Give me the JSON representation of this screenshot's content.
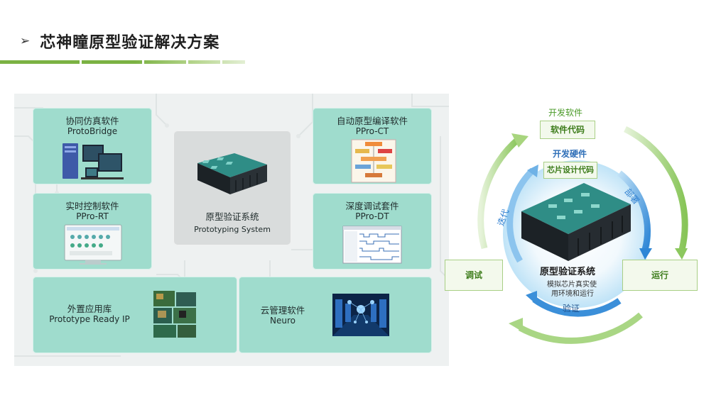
{
  "title": "芯神瞳原型验证解决方案",
  "title_arrow": "➢",
  "panel": {
    "cards": {
      "protobridge": {
        "cn": "协同仿真软件",
        "en": "ProtoBridge"
      },
      "pprort": {
        "cn": "实时控制软件",
        "en": "PPro-RT"
      },
      "center": {
        "cn": "原型验证系统",
        "en": "Prototyping System"
      },
      "pproct": {
        "cn": "自动原型编译软件",
        "en": "PPro-CT"
      },
      "pprodt": {
        "cn": "深度调试套件",
        "en": "PPro-DT"
      },
      "readyip": {
        "cn": "外置应用库",
        "en": "Prototype Ready IP"
      },
      "neuro": {
        "cn": "云管理软件",
        "en": "Neuro"
      }
    }
  },
  "cycle": {
    "dev_software": "开发软件",
    "software_code": "软件代码",
    "dev_hardware": "开发硬件",
    "chip_code": "芯片设计代码",
    "deploy": "部署",
    "iterate": "迭代",
    "debug": "调试",
    "run": "运行",
    "verify": "验证",
    "system_title": "原型验证系统",
    "system_desc_1": "模拟芯片真实使",
    "system_desc_2": "用环境和运行"
  },
  "colors": {
    "accent_green": "#7bb243",
    "card_teal": "#9fdccd",
    "cycle_blue": "#3b8fd9",
    "cycle_green": "#9bcf6b"
  }
}
